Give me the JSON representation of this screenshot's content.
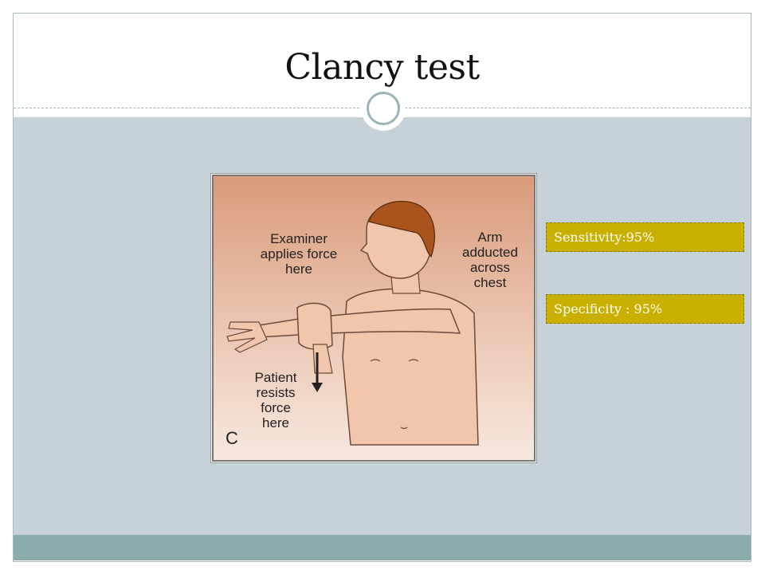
{
  "slide": {
    "title": "Clancy test"
  },
  "figure": {
    "labels": {
      "examiner": "Examiner\napplies force\nhere",
      "arm": "Arm\nadducted\nacross\nchest",
      "patient": "Patient\nresists\nforce\nhere",
      "panel": "C"
    }
  },
  "stats": {
    "sensitivity": "Sensitivity:95%",
    "specificity": "Specificity : 95%"
  },
  "colors": {
    "body_background": "#c6d1d8",
    "footer_band": "#8aacac",
    "stat_box": "#c9b000",
    "figure_gradient_top": "#d99a7a"
  }
}
